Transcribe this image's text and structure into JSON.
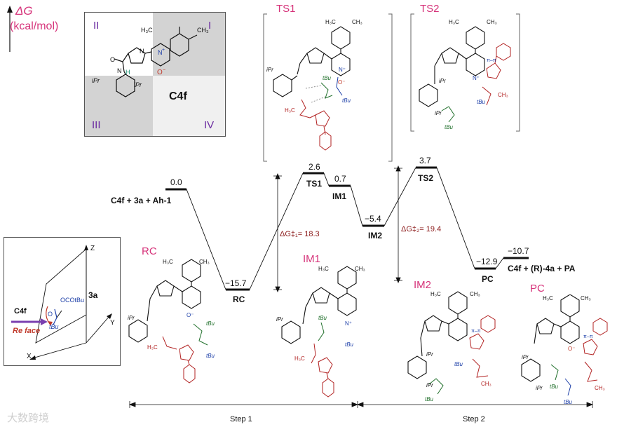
{
  "axis": {
    "symbol": "ΔG",
    "unit": "(kcal/mol)"
  },
  "catalyst_box": {
    "quadrants": [
      "II",
      "I",
      "III",
      "IV"
    ],
    "label": "C4f",
    "iPr_left": "iPr",
    "iPr_right": "iPr",
    "me": "H₃C",
    "me2": "CH₃"
  },
  "face_box": {
    "axis_z": "Z",
    "axis_y": "Y",
    "axis_x": "X",
    "catalyst": "C4f",
    "face": "Re face",
    "reagent": "3a",
    "group": "OCOtBu",
    "tbu": "tBu",
    "o": "O"
  },
  "energy_levels": [
    {
      "id": "start",
      "value": "0.0",
      "label": "C4f + 3a + Ah-1"
    },
    {
      "id": "RC",
      "value": "−15.7",
      "label": "RC"
    },
    {
      "id": "TS1",
      "value": "2.6",
      "label": "TS1"
    },
    {
      "id": "IM1",
      "value": "0.7",
      "label": "IM1"
    },
    {
      "id": "IM2",
      "value": "−5.4",
      "label": "IM2"
    },
    {
      "id": "TS2",
      "value": "3.7",
      "label": "TS2"
    },
    {
      "id": "PC",
      "value": "−12.9",
      "label": "PC"
    },
    {
      "id": "end",
      "value": "−10.7",
      "label": "C4f + (R)-4a + PA"
    }
  ],
  "barriers": {
    "b1": "ΔG‡₁= 18.3",
    "b2": "ΔG‡₂= 19.4"
  },
  "structure_titles": {
    "ts1": "TS1",
    "ts2": "TS2",
    "rc": "RC",
    "im1": "IM1",
    "im2": "IM2",
    "pc": "PC"
  },
  "steps": {
    "step1": "Step 1",
    "step2": "Step 2"
  },
  "watermark": "大数跨境",
  "atom_labels": {
    "h3c": "H₃C",
    "ch3": "CH₃",
    "ipr": "iPr",
    "tbu": "tBu",
    "n": "N",
    "o": "O",
    "h": "H",
    "nplus": "N⁺",
    "ominus": "O⁻",
    "pipi": "π–π"
  }
}
